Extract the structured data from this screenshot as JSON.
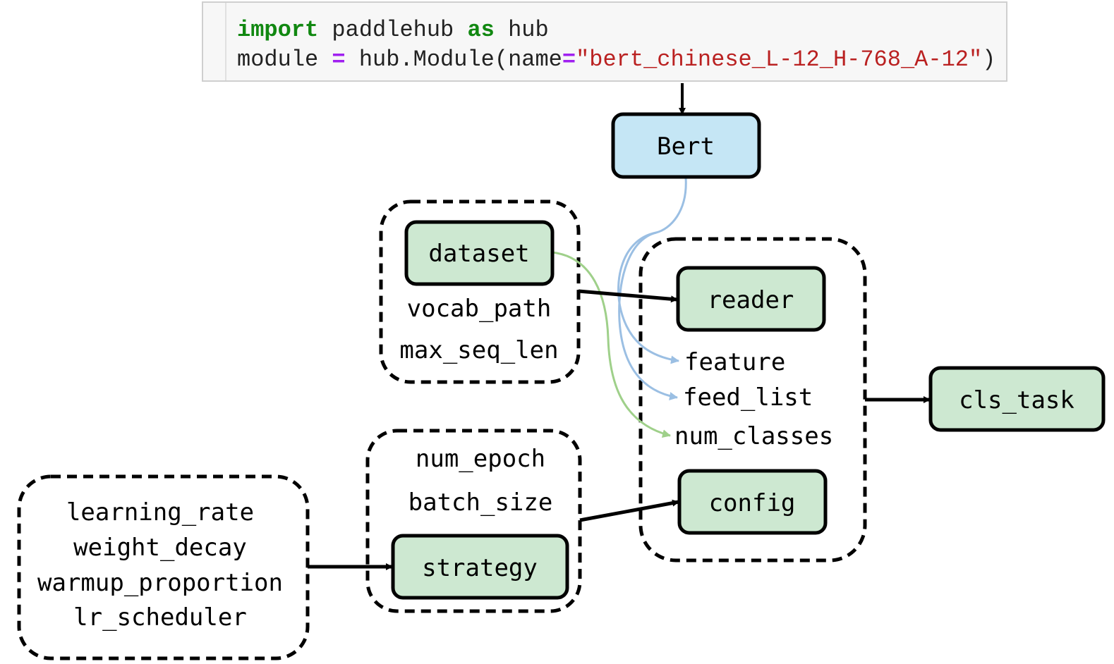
{
  "code_cell": {
    "line1": {
      "kw1": "import",
      "t1": " paddlehub ",
      "kw2": "as",
      "t2": " hub"
    },
    "line2": {
      "t1": "module ",
      "op1": "=",
      "t2": " hub.Module(name",
      "op2": "=",
      "str": "\"bert_chinese_L-12_H-768_A-12\"",
      "t3": ")"
    }
  },
  "nodes": {
    "bert": "Bert",
    "dataset": "dataset",
    "reader": "reader",
    "config": "config",
    "strategy": "strategy",
    "cls_task": "cls_task"
  },
  "params": {
    "vocab_path": "vocab_path",
    "max_seq_len": "max_seq_len",
    "feature": "feature",
    "feed_list": "feed_list",
    "num_classes": "num_classes",
    "num_epoch": "num_epoch",
    "batch_size": "batch_size",
    "learning_rate": "learning_rate",
    "weight_decay": "weight_decay",
    "warmup_proportion": "warmup_proportion",
    "lr_scheduler": "lr_scheduler"
  },
  "colors": {
    "bert_fill": "#c5e6f5",
    "node_fill": "#cde8d1",
    "blue_edge": "#9bbfe3",
    "green_edge": "#9fd08a",
    "code_bg": "#f7f7f7",
    "keyword": "#118811",
    "operator": "#a020f0",
    "string": "#ba2121"
  }
}
